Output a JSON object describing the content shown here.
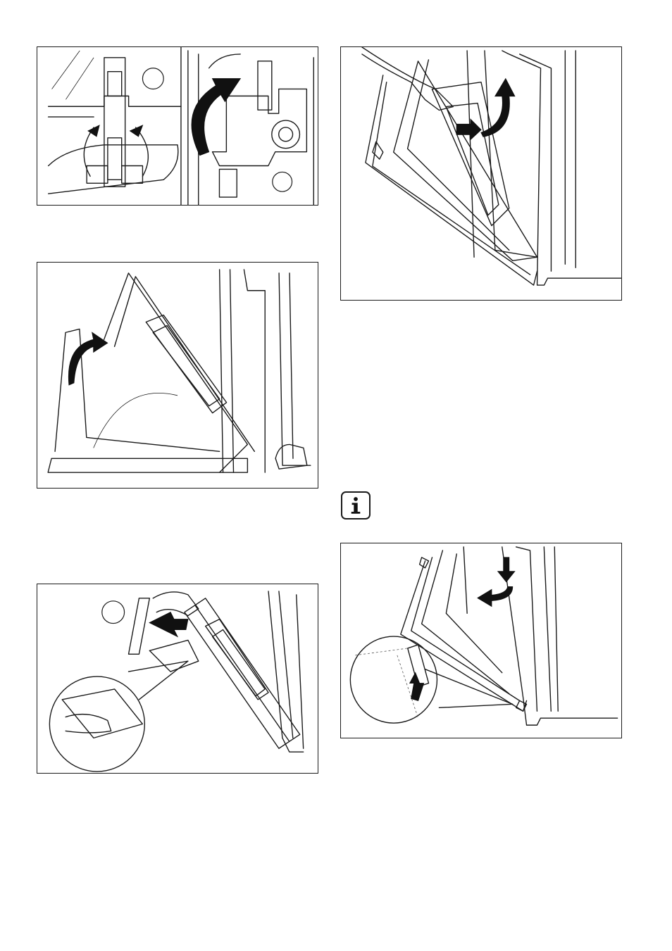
{
  "page": {
    "illustrations": [
      {
        "id": "fig-hinge-levers",
        "icon": "hinge-release-illustration"
      },
      {
        "id": "fig-door-lift",
        "icon": "door-close-illustration"
      },
      {
        "id": "fig-door-remove",
        "icon": "door-remove-illustration"
      },
      {
        "id": "fig-glass-panel-lift",
        "icon": "glass-panel-remove-illustration"
      },
      {
        "id": "fig-glass-panel-install",
        "icon": "glass-panel-install-illustration"
      }
    ],
    "info_icon": {
      "name": "info-icon",
      "glyph": "i"
    }
  }
}
